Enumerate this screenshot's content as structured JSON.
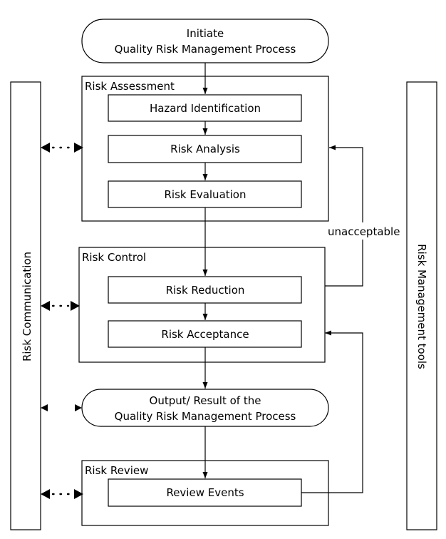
{
  "start": {
    "line1": "Initiate",
    "line2": "Quality Risk Management Process"
  },
  "assessment": {
    "title": "Risk Assessment",
    "steps": [
      "Hazard Identification",
      "Risk Analysis",
      "Risk Evaluation"
    ]
  },
  "control": {
    "title": "Risk Control",
    "steps": [
      "Risk Reduction",
      "Risk Acceptance"
    ]
  },
  "output": {
    "line1": "Output/ Result of the",
    "line2": "Quality Risk Management Process"
  },
  "review": {
    "title": "Risk Review",
    "steps": [
      "Review Events"
    ]
  },
  "side": {
    "left": "Risk Communication",
    "right": "Risk Management tools"
  },
  "loop_label": "unacceptable"
}
